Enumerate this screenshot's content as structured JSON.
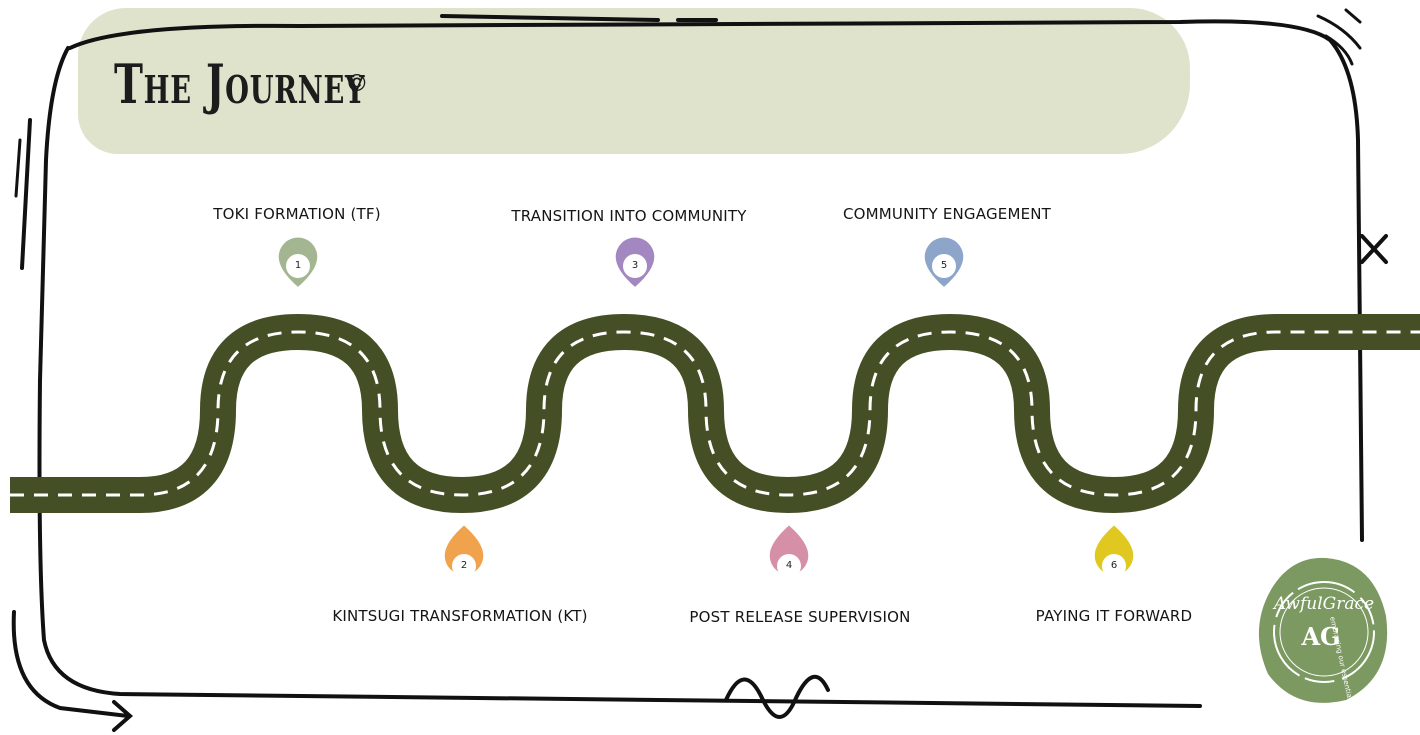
{
  "header": {
    "title": "The Journey",
    "symbol": "©"
  },
  "stages": [
    {
      "number": "1",
      "label": "TOKI FORMATION (TF)",
      "color": "#a4b592",
      "position": "above"
    },
    {
      "number": "2",
      "label": "KINTSUGI TRANSFORMATION (KT)",
      "color": "#f0a24d",
      "position": "below"
    },
    {
      "number": "3",
      "label": "TRANSITION INTO COMMUNITY",
      "color": "#a387c1",
      "position": "above"
    },
    {
      "number": "4",
      "label": "POST RELEASE SUPERVISION",
      "color": "#d58fa7",
      "position": "below"
    },
    {
      "number": "5",
      "label": "COMMUNITY ENGAGEMENT",
      "color": "#8ca5c9",
      "position": "above"
    },
    {
      "number": "6",
      "label": "PAYING IT FORWARD",
      "color": "#e0c820",
      "position": "below"
    }
  ],
  "logo": {
    "brand": "AwfulGrace",
    "monogram": "AG",
    "tagline": "embracing our essential humanity",
    "color": "#7c9961"
  },
  "colors": {
    "road": "#454f26",
    "road_marking": "#ffffff",
    "title_band": "#dfe3cc",
    "frame": "#111111"
  }
}
